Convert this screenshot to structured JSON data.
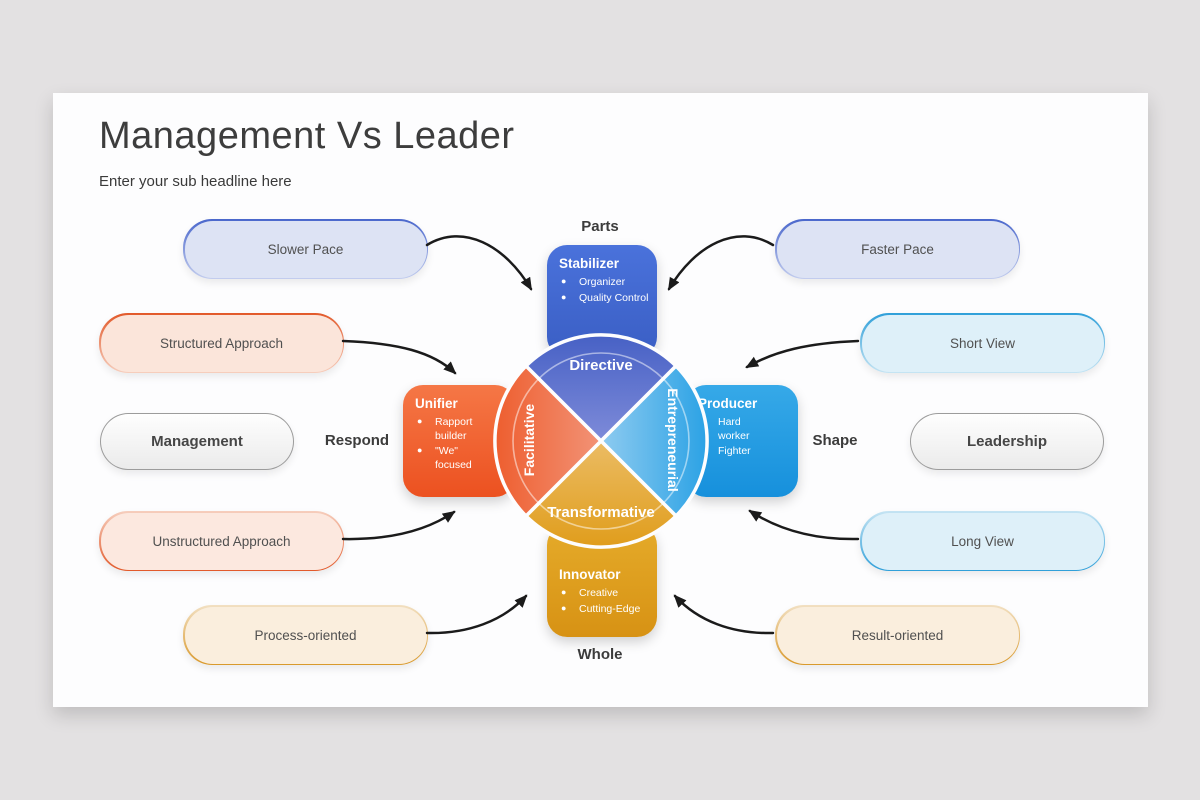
{
  "slide": {
    "title": "Management Vs Leader",
    "subtitle": "Enter your sub headline here"
  },
  "axis_labels": {
    "top": "Parts",
    "bottom": "Whole",
    "left": "Respond",
    "right": "Shape"
  },
  "center": {
    "quadrants": [
      {
        "position": "top",
        "slice_label": "Directive",
        "box_title": "Stabilizer",
        "bullets": [
          "Organizer",
          "Quality Control"
        ],
        "color": "#3E68D0"
      },
      {
        "position": "left",
        "slice_label": "Facilitative",
        "box_title": "Unifier",
        "bullets": [
          "Rapport builder",
          "\"We\" focused"
        ],
        "color": "#EE5E2F"
      },
      {
        "position": "right",
        "slice_label": "Entrepreneurial",
        "box_title": "Producer",
        "bullets": [
          "Hard worker",
          "Fighter"
        ],
        "color": "#1E9EE4"
      },
      {
        "position": "bottom",
        "slice_label": "Transformative",
        "box_title": "Innovator",
        "bullets": [
          "Creative",
          "Cutting-Edge"
        ],
        "color": "#DFA11D"
      }
    ]
  },
  "left_column": {
    "pills": [
      {
        "label": "Slower Pace",
        "accent": "#4A67CC"
      },
      {
        "label": "Structured Approach",
        "accent": "#E2592A"
      },
      {
        "label": "Management",
        "accent": "#9C9C9C"
      },
      {
        "label": "Unstructured Approach",
        "accent": "#E2592A"
      },
      {
        "label": "Process-oriented",
        "accent": "#D9992B"
      }
    ]
  },
  "right_column": {
    "pills": [
      {
        "label": "Faster Pace",
        "accent": "#4A67CC"
      },
      {
        "label": "Short View",
        "accent": "#2F9FD9"
      },
      {
        "label": "Leadership",
        "accent": "#9C9C9C"
      },
      {
        "label": "Long View",
        "accent": "#2F9FD9"
      },
      {
        "label": "Result-oriented",
        "accent": "#D9992B"
      }
    ]
  },
  "connector_color": "#1b1b1b"
}
